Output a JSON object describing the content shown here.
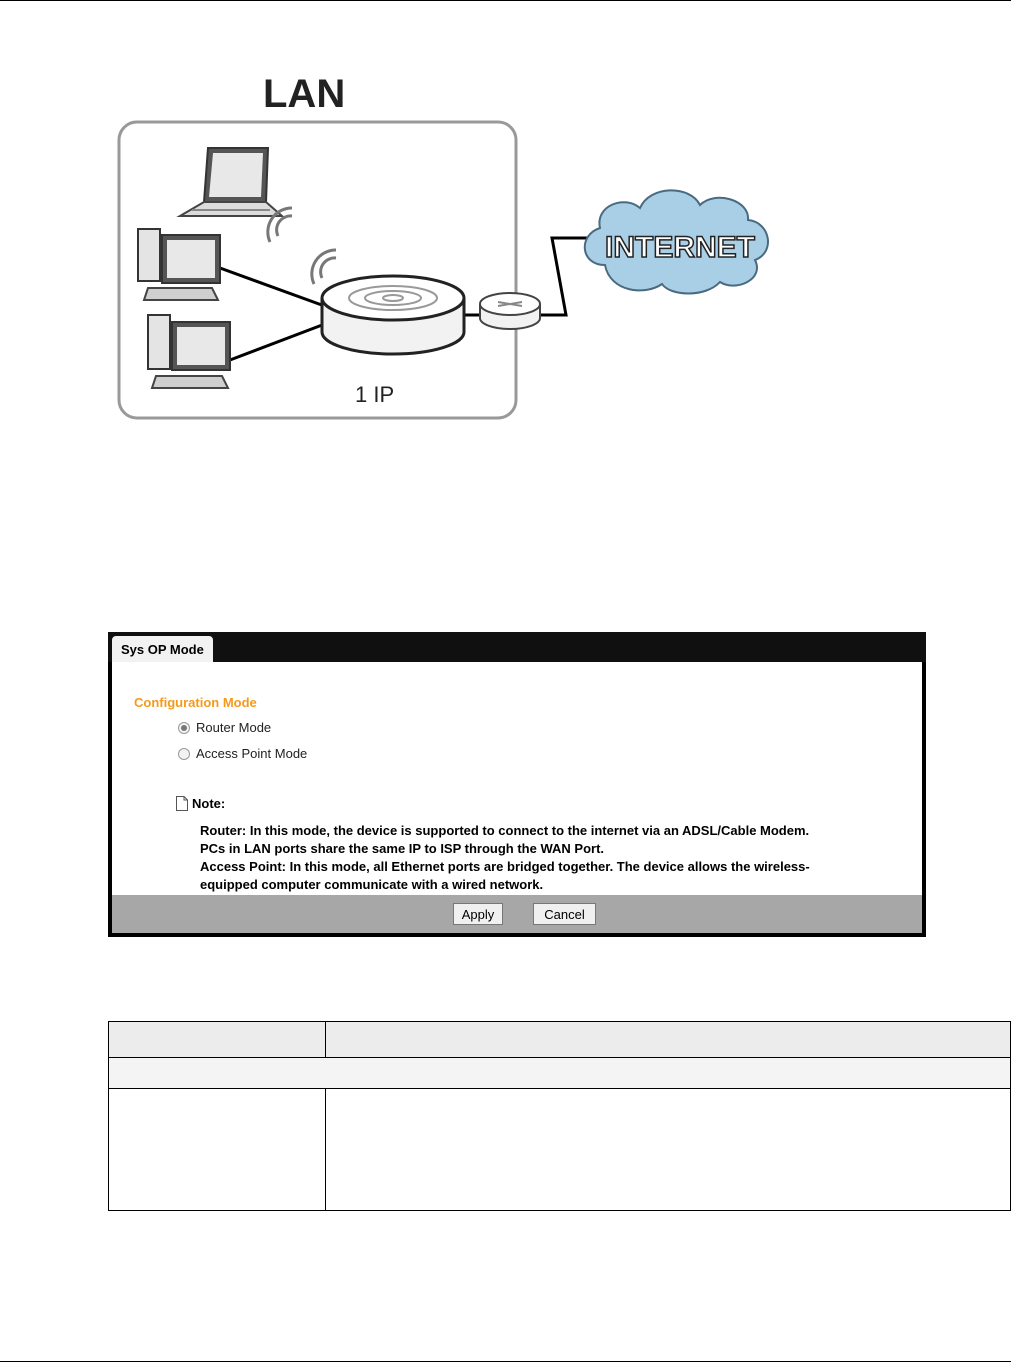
{
  "diagram": {
    "lan_label": "LAN",
    "ip_label": "1 IP",
    "internet_label": "INTERNET"
  },
  "panel": {
    "tab_label": "Sys OP Mode",
    "section_title": "Configuration Mode",
    "options": [
      {
        "label": "Router Mode",
        "selected": true
      },
      {
        "label": "Access Point Mode",
        "selected": false
      }
    ],
    "note_title": "Note:",
    "note_lines": [
      "Router: In this mode, the device is supported to connect to the internet via an ADSL/Cable Modem.",
      "PCs in LAN ports share the same IP to ISP through the WAN Port.",
      "Access Point: In this mode, all Ethernet ports are bridged together. The device allows the wireless-",
      "equipped computer communicate with a wired network."
    ],
    "apply_label": "Apply",
    "cancel_label": "Cancel",
    "accent_color": "#f59a1b"
  }
}
